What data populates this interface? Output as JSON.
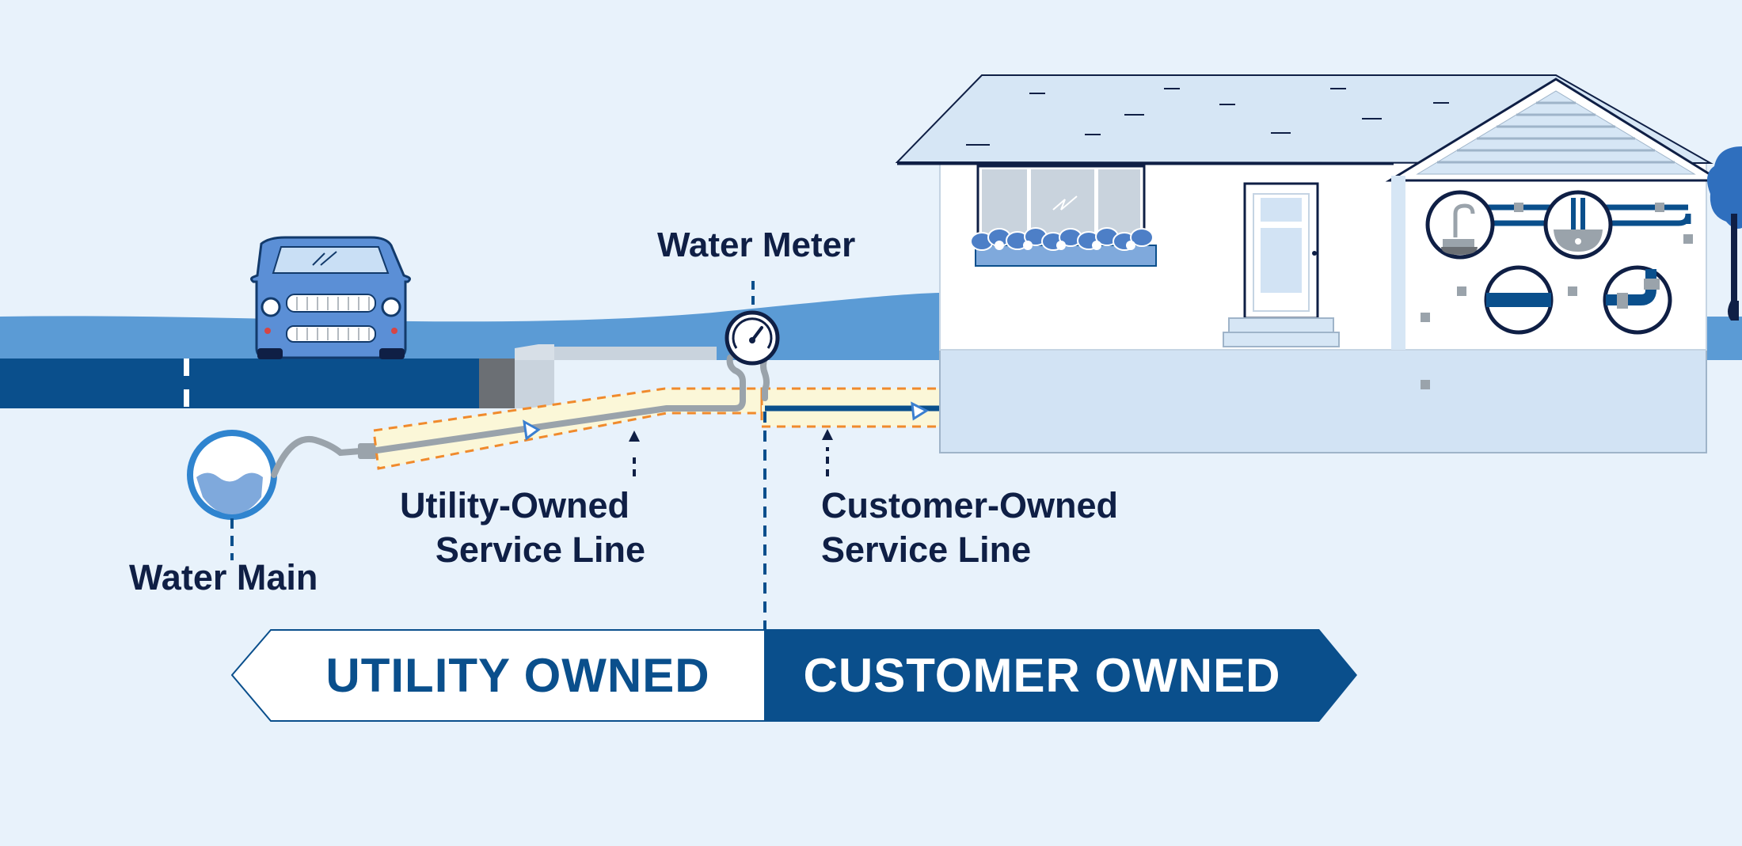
{
  "labels": {
    "water_meter": "Water Meter",
    "water_main": "Water Main",
    "utility_line": [
      "Utility-Owned",
      "Service Line"
    ],
    "customer_line": [
      "Customer-Owned",
      "Service Line"
    ]
  },
  "ownership": {
    "utility": "UTILITY OWNED",
    "customer": "CUSTOMER OWNED"
  },
  "colors": {
    "background": "#e8f2fb",
    "navy": "#0a4f8c",
    "ground": "#5b9bd5",
    "light_blue": "#d6e6f5",
    "pipe_gray": "#9aa3ab",
    "highlight": "#fbf7d8",
    "dash_orange": "#f08a2c",
    "text": "#0f1f45"
  },
  "icons": [
    "car-icon",
    "house-icon",
    "water-meter-icon",
    "water-main-icon",
    "sink-icon",
    "washbasin-icon",
    "pipe-icon",
    "elbow-pipe-icon",
    "plant-icon",
    "tree-icon"
  ]
}
